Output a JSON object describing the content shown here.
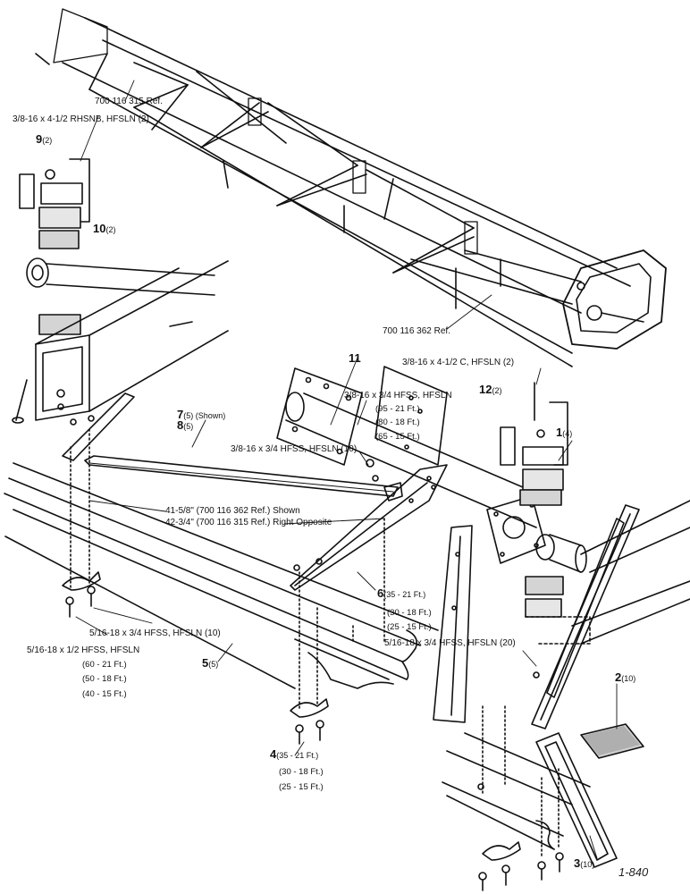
{
  "labels": {
    "ref_315": "700 116 315 Ref.",
    "bolt_top": "3/8-16 x 4-1/2 RHSNB, HFSLN (2)",
    "part9": "9",
    "part9_qty": "(2)",
    "part10": "10",
    "part10_qty": "(2)",
    "ref_362": "700 116 362 Ref.",
    "bolt_c": "3/8-16 x 4-1/2 C, HFSLN (2)",
    "part11": "11",
    "part12": "12",
    "part12_qty": "(2)",
    "hfss_top": "3/8-16 x 3/4 HFSS, HFSLN",
    "hfss_top_q1": "(95 - 21 Ft.)",
    "hfss_top_q2": "(80 - 18 Ft.)",
    "hfss_top_q3": "(65 - 15 Ft.)",
    "part1": "1",
    "part1_qty": "(4)",
    "part7": "7",
    "part7_qty": "(5) (Shown)",
    "part8": "8",
    "part8_qty": "(5)",
    "hfss_10": "3/8-16 x 3/4 HFSS, HFSLN (10)",
    "len_shown": "41-5/8\" (700 116 362 Ref.) Shown",
    "len_opposite": "42-3/4\" (700 116 315 Ref.) Right Opposite",
    "part6": "6",
    "part6_q1": "(35 - 21 Ft.)",
    "part6_q2": "(30 - 18 Ft.)",
    "part6_q3": "(25 - 15 Ft.)",
    "hfss_5_16_10": "5/16-18 x 3/4 HFSS, HFSLN (10)",
    "hfss_5_16_20": "5/16-18 x 3/4 HFSS, HFSLN (20)",
    "hfss_half": "5/16-18 x 1/2 HFSS, HFSLN",
    "hfss_half_q1": "(60 - 21 Ft.)",
    "hfss_half_q2": "(50 - 18 Ft.)",
    "hfss_half_q3": "(40 - 15 Ft.)",
    "part5": "5",
    "part5_qty": "(5)",
    "part4": "4",
    "part4_q1": "(35 - 21 Ft.)",
    "part4_q2": "(30 - 18 Ft.)",
    "part4_q3": "(25 - 15 Ft.)",
    "part2": "2",
    "part2_qty": "(10)",
    "part3": "3",
    "part3_qty": "(10)",
    "figure_ref": "1-840"
  }
}
